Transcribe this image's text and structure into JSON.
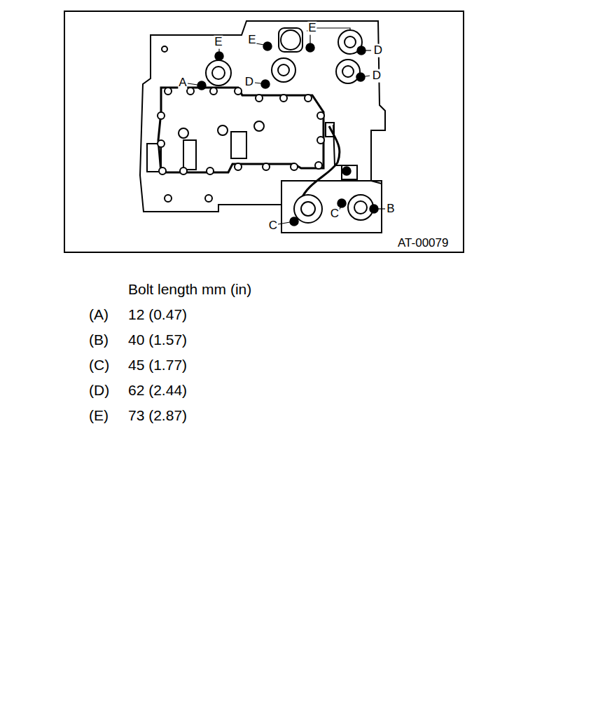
{
  "diagram": {
    "labels": [
      "E",
      "E",
      "E",
      "D",
      "D",
      "A",
      "D",
      "B",
      "C",
      "C",
      "AT-00079",
      "Bolt length mm (in)",
      "(A)",
      "12 (0.47)",
      "(B)",
      "40 (1.57)",
      "(C)",
      "45 (1.77)",
      "(D)",
      "62 (2.44)",
      "(E)",
      "73 (2.87)"
    ]
  }
}
